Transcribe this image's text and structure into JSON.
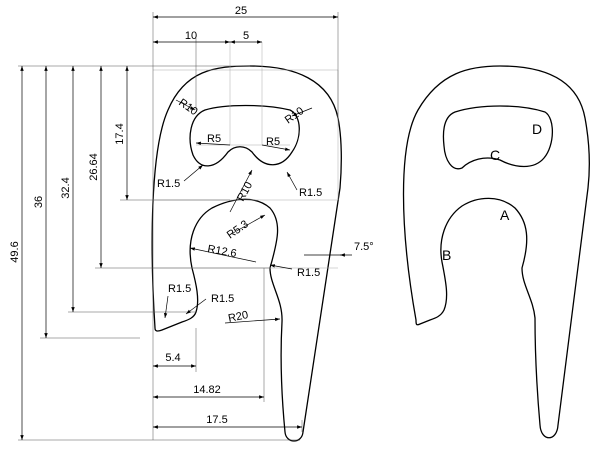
{
  "dimensions": {
    "top_25": "25",
    "top_10": "10",
    "top_5": "5",
    "v_49_6": "49.6",
    "v_36": "36",
    "v_32_4": "32.4",
    "v_26_64": "26.64",
    "v_17_4": "17.4",
    "b_5_4": "5.4",
    "b_14_82": "14.82",
    "b_17_5": "17.5",
    "r_10_left": "R10",
    "r_10_right": "R10",
    "r_5_left": "R5",
    "r_5_right": "R5",
    "r_1_5_a": "R1.5",
    "r_1_5_b": "R1.5",
    "r_10_mid": "R10",
    "r_5_3": "R5.3",
    "r_12_6": "R12.6",
    "r_1_5_c": "R1.5",
    "angle_7_5": "7.5°",
    "r_1_5_d": "R1.5",
    "r_1_5_e": "R1.5",
    "r_20": "R20"
  },
  "points": {
    "A": "A",
    "B": "B",
    "C": "C",
    "D": "D"
  }
}
